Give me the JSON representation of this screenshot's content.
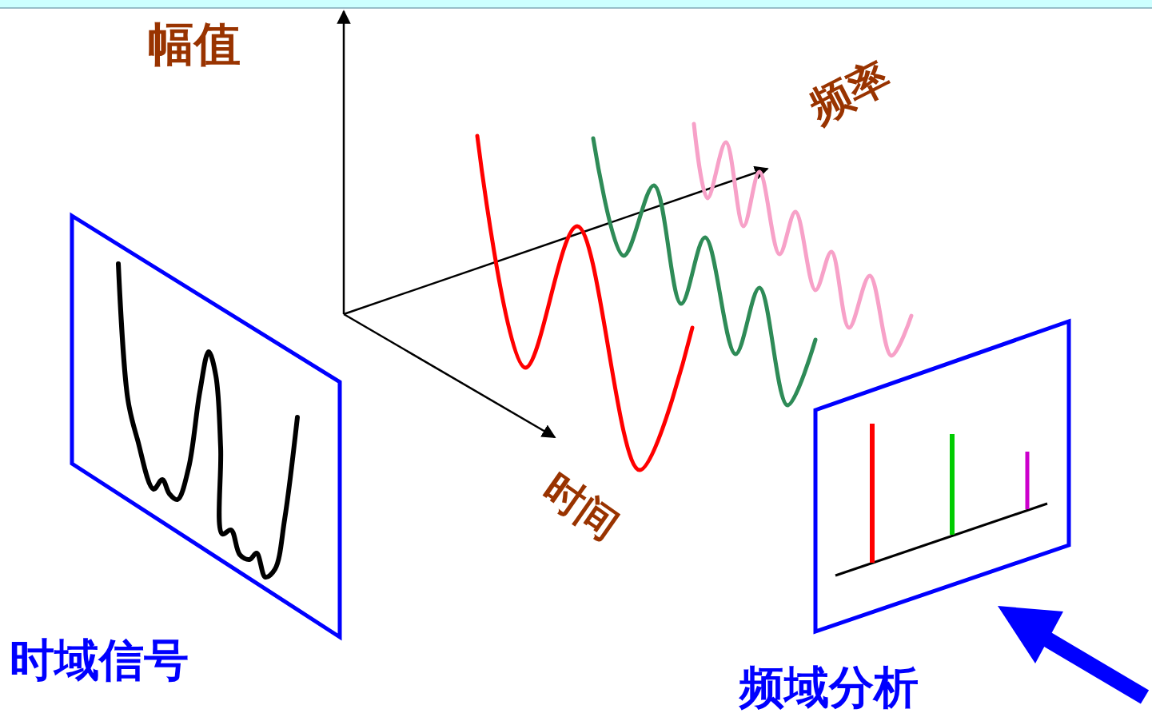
{
  "diagram": {
    "labels": [
      "幅值",
      "频率",
      "时间",
      "时域信号",
      "频域分析"
    ]
  }
}
